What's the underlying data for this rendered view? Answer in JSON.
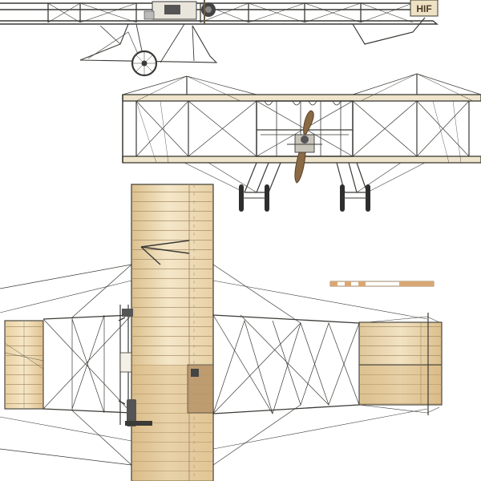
{
  "drawing": {
    "tail_code": "HIF",
    "colors": {
      "line": "#3a3a36",
      "fabric_light": "#f2e3c3",
      "fabric_mid": "#e6c99a",
      "fabric_dark": "#cfae7a",
      "wood": "#8a6a45",
      "scale_light": "#ffffff",
      "scale_dark": "#d9a774"
    },
    "icons": {
      "side_view": "aircraft-side-view",
      "front_view": "aircraft-front-view",
      "plan_view": "aircraft-plan-view",
      "scale_bar": "scale-bar"
    }
  }
}
